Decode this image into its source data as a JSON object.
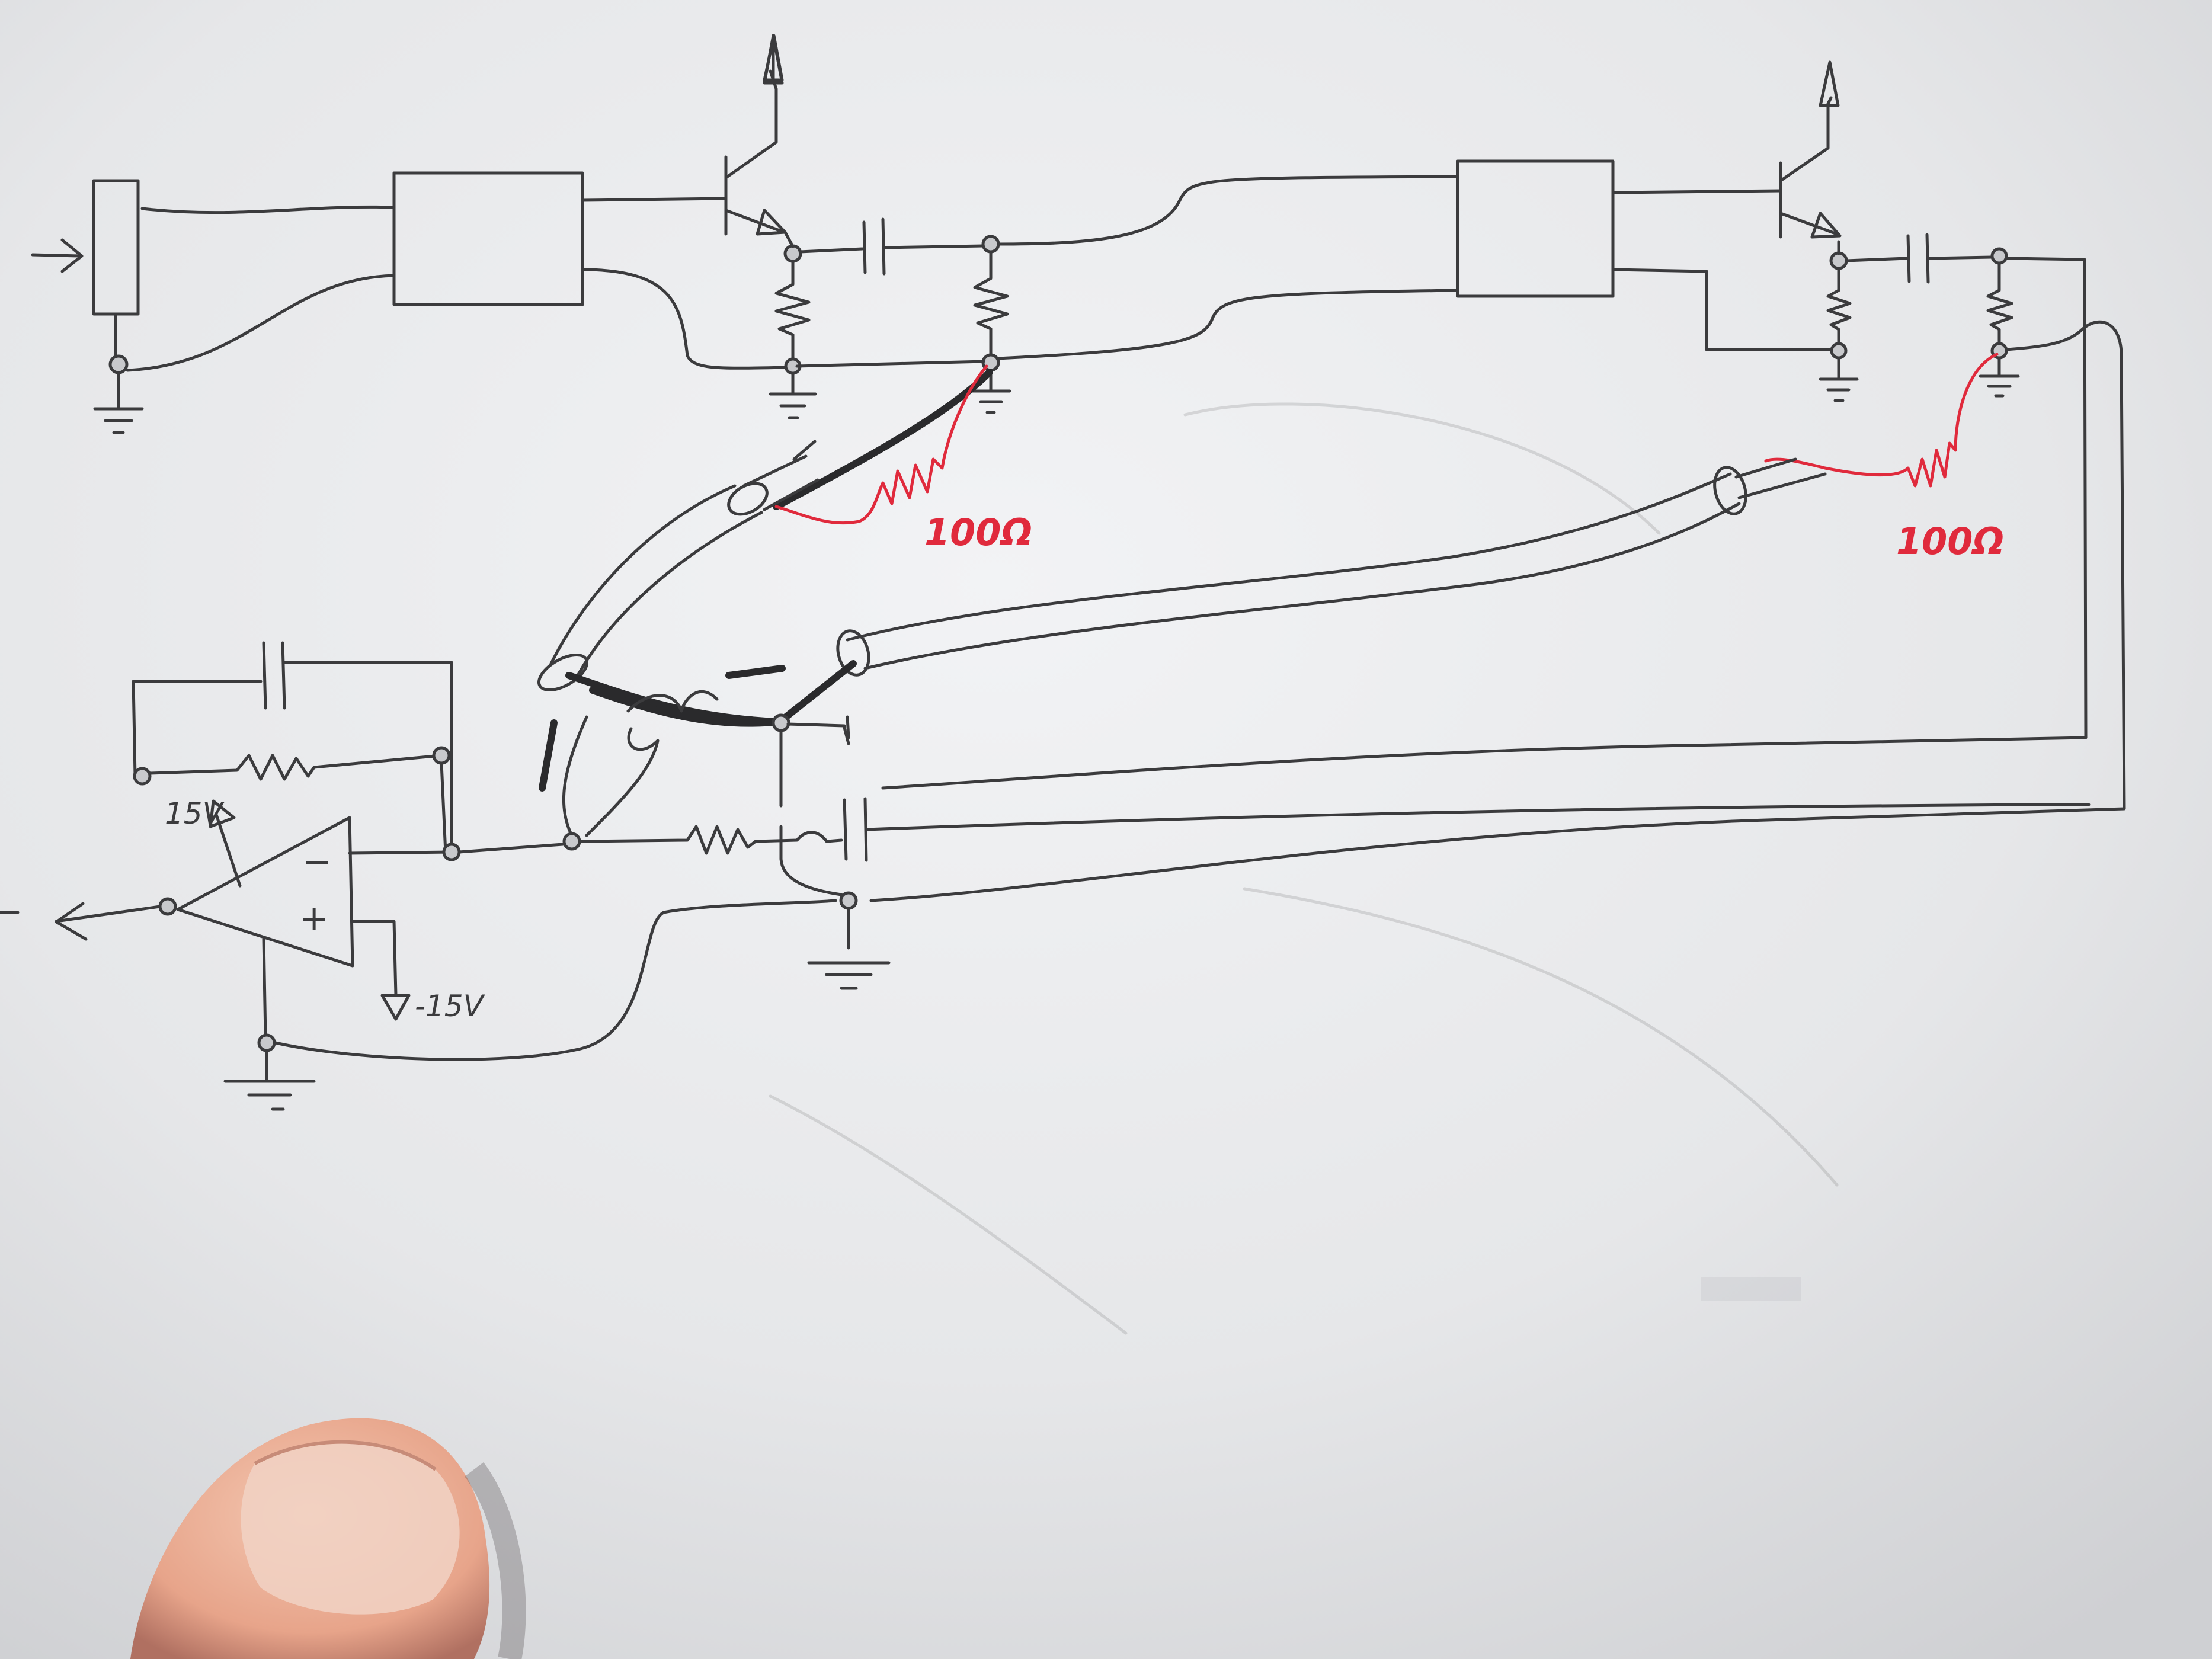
{
  "labels": {
    "resistor_left": "100Ω",
    "resistor_right": "100Ω",
    "plus_supply": "15V",
    "minus_supply": "-15V",
    "opamp_minus": "−",
    "opamp_plus": "+"
  },
  "colors": {
    "paper": "#d9dadc",
    "pencil": "#3b3b3d",
    "red_marker": "#e02a3c"
  },
  "icons": [
    "arrow-right-icon",
    "arrow-left-icon",
    "ground-icon",
    "supply-arrow-icon",
    "resistor-icon",
    "capacitor-icon",
    "transistor-icon",
    "opamp-icon",
    "finger-image"
  ]
}
